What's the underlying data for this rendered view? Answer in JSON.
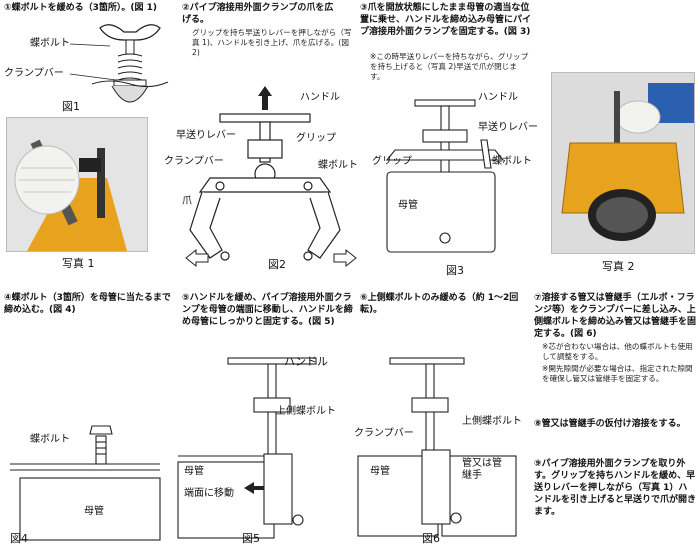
{
  "step1": {
    "text": "①蝶ボルトを緩める（3箇所）。(図 1)"
  },
  "fig1": {
    "label_wingbolt": "蝶ボルト",
    "label_clampbar": "クランプバー",
    "caption": "図1"
  },
  "photo1": {
    "caption": "写真 1"
  },
  "step2": {
    "text": "②パイプ溶接用外面クランプの爪を広げる。",
    "note": "グリップを持ち早送りレバーを押しながら（写真 1)、ハンドルを引き上げ、爪を広げる。(図 2)"
  },
  "fig2": {
    "label_handle": "ハンドル",
    "label_lever": "早送りレバー",
    "label_grip": "グリップ",
    "label_clampbar": "クランプバー",
    "label_wingbolt": "蝶ボルト",
    "label_claw": "爪",
    "caption": "図2"
  },
  "step3": {
    "text": "③爪を開放状態にしたまま母管の適当な位置に乗せ、ハンドルを締め込み母管にパイプ溶接用外面クランプを固定する。(図 3)",
    "note": "※この時早送りレバーを持ちながら、グリップを持ち上げると（写真 2)早送で爪が閉じます。"
  },
  "fig3": {
    "label_handle": "ハンドル",
    "label_lever": "早送りレバー",
    "label_grip": "グリップ",
    "label_wingbolt": "蝶ボルト",
    "label_pipe": "母管",
    "caption": "図3"
  },
  "photo2": {
    "caption": "写真 2"
  },
  "step4": {
    "text": "④蝶ボルト（3箇所）を母管に当たるまで締め込む。(図 4)"
  },
  "fig4": {
    "label_wingbolt": "蝶ボルト",
    "label_pipe": "母管",
    "caption": "図4"
  },
  "step5": {
    "text": "⑤ハンドルを緩め、パイプ溶接用外面クランプを母管の端面に移動し、ハンドルを締め母管にしっかりと固定する。(図 5)"
  },
  "fig5": {
    "label_handle": "ハンドル",
    "label_upper_bolt": "上側蝶ボルト",
    "label_pipe": "母管",
    "label_move": "端面に移動",
    "caption": "図5"
  },
  "step6": {
    "text": "⑥上側蝶ボルトのみ緩める（約 1～2回転)。"
  },
  "fig6": {
    "label_upper_bolt": "上側蝶ボルト",
    "label_clampbar": "クランプバー",
    "label_pipe": "母管",
    "label_fitting": "管又は管継手",
    "caption": "図6"
  },
  "step7": {
    "text": "⑦溶接する管又は管継手（エルボ・フランジ等）をクランプバーに差し込み、上側蝶ボルトを締め込み管又は管継手を固定する。(図 6)",
    "note1": "※芯が合わない場合は、他の蝶ボルトも使用して調整をする。",
    "note2": "※開先隙間が必要な場合は、指定された隙間を確保し管又は管継手を固定する。"
  },
  "step8": {
    "text": "⑧管又は管継手の仮付け溶接をする。"
  },
  "step9": {
    "text": "⑨パイプ溶接用外面クランプを取り外す。グリップを持ちハンドルを緩め、早送りレバーを押しながら（写真 1）ハンドルを引き上げると早送りで爪が開きます。"
  },
  "colors": {
    "yellow": "#e8a31e",
    "glove": "#f2f2ee",
    "sleeve": "#2b5fb0"
  }
}
